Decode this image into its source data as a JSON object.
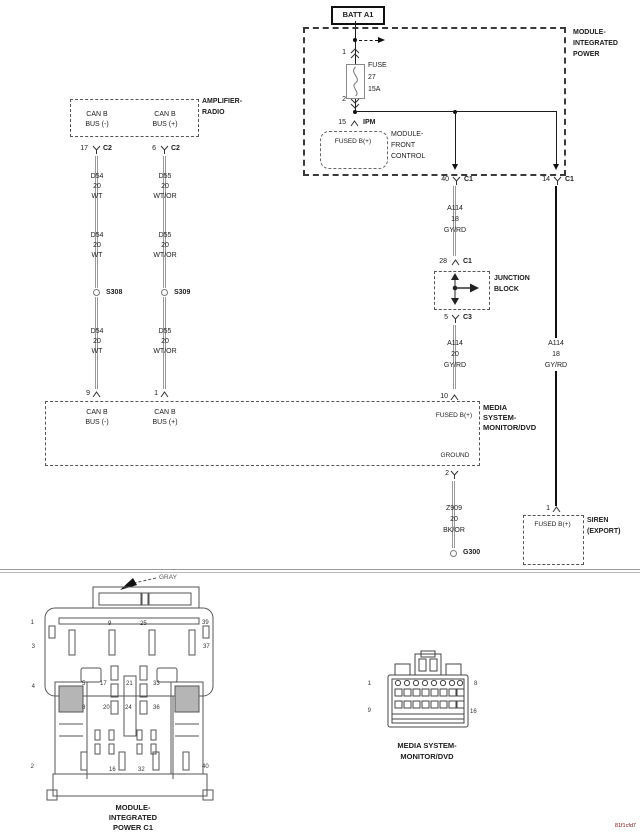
{
  "diagram": {
    "battery_label": "BATT A1",
    "mip": {
      "label": "MODULE-\nINTEGRATED\nPOWER",
      "pin_top": "1",
      "fuse_label": "FUSE\n27\n15A",
      "pin_bottom": "2",
      "ipm_pin": "15",
      "ipm_label": "IPM",
      "fused_b_label": "FUSED B(+)",
      "fcm_label": "MODULE-\nFRONT\nCONTROL",
      "out_left_pin": "40",
      "out_left_conn": "C1",
      "out_right_pin": "14",
      "out_right_conn": "C1"
    },
    "amplifier": {
      "label": "AMPLIFIER-\nRADIO",
      "canb_minus": "CAN B\nBUS (-)",
      "canb_plus": "CAN B\nBUS (+)",
      "pin_minus": "17",
      "conn_minus": "C2",
      "pin_plus": "6",
      "conn_plus": "C2"
    },
    "wires": {
      "d54": "D54\n20\nWT",
      "d55": "D55\n20\nWT/OR",
      "a114_18": "A114\n18\nGY/RD",
      "a114_20": "A114\n20\nGY/RD",
      "z909": "Z909\n20\nBK/OR"
    },
    "splices": {
      "left": "S308",
      "right": "S309"
    },
    "junction_block": {
      "label": "JUNCTION\nBLOCK",
      "pin_in": "28",
      "conn_in": "C1",
      "pin_out": "5",
      "conn_out": "C3"
    },
    "media": {
      "label": "MEDIA\nSYSTEM-\nMONITOR/DVD",
      "pin_minus": "9",
      "canb_minus": "CAN B\nBUS (-)",
      "pin_plus": "1",
      "canb_plus": "CAN B\nBUS (+)",
      "pin_fused": "10",
      "fused_label": "FUSED B(+)",
      "ground_label": "GROUND",
      "pin_ground": "2"
    },
    "ground_label": "G300",
    "siren": {
      "label": "SIREN\n(EXPORT)",
      "pin": "1",
      "fused_label": "FUSED B(+)"
    }
  },
  "connector_view": {
    "gray_label": "GRAY",
    "mip_c1": {
      "caption": "MODULE-\nINTEGRATED\nPOWER C1",
      "pins": {
        "p1": "1",
        "p2": "2",
        "p3": "3",
        "p4": "4",
        "p5": "5",
        "p8": "8",
        "p9": "9",
        "p16": "16",
        "p17": "17",
        "p20": "20",
        "p21": "21",
        "p24": "24",
        "p25": "25",
        "p32": "32",
        "p33": "33",
        "p36": "36",
        "p37": "37",
        "p39": "39",
        "p40": "40"
      }
    },
    "media_conn": {
      "caption": "MEDIA SYSTEM-\nMONITOR/DVD",
      "pin_tl": "1",
      "pin_tr": "8",
      "pin_bl": "9",
      "pin_br": "16"
    }
  },
  "footer": {
    "code": "81f1cfd7"
  },
  "colors": {
    "line": "#1c1c1c",
    "wire_gray": "#9a9a9a",
    "code_red": "#7b1113"
  }
}
